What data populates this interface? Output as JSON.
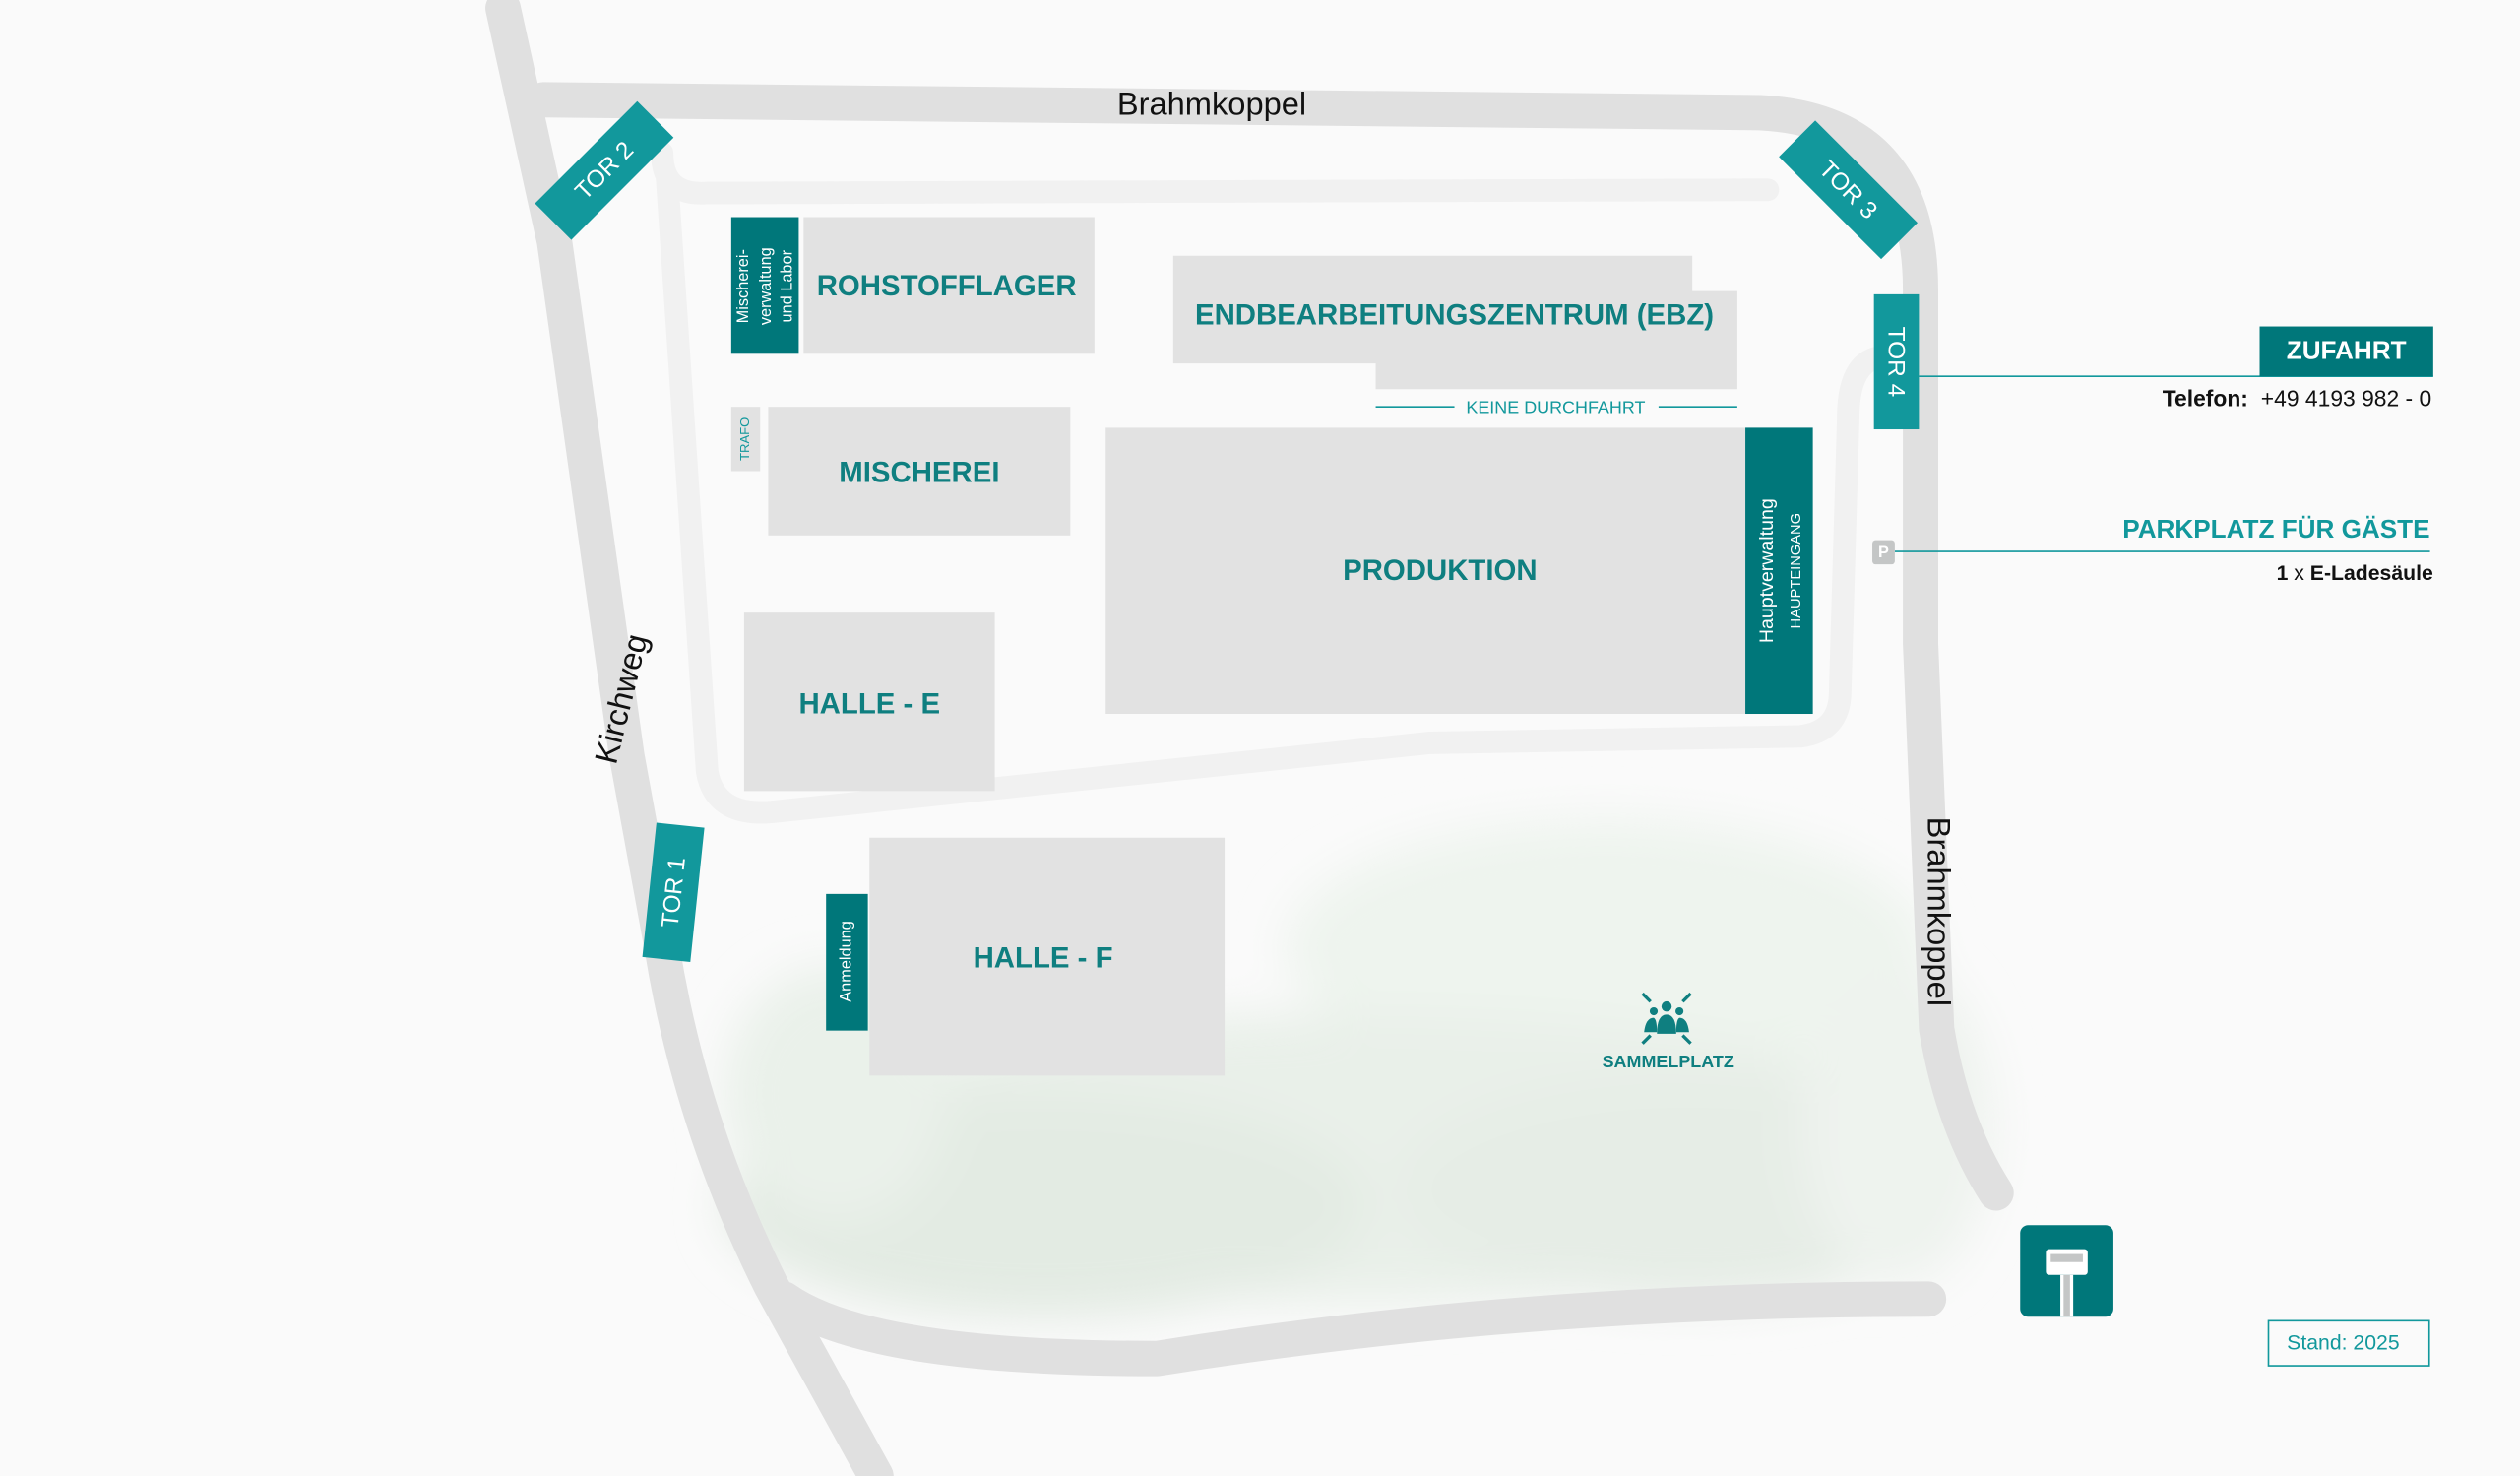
{
  "colors": {
    "teal_dark": "#00777a",
    "teal_gate": "#12989c",
    "teal_text": "#0f7f80",
    "building": "#e2e2e2",
    "road": "#e0e0e0"
  },
  "roads": {
    "top": "Brahmkoppel",
    "left": "Kirchweg",
    "right": "Brahmkoppel"
  },
  "gates": {
    "tor1": "TOR 1",
    "tor2": "TOR 2",
    "tor3": "TOR 3",
    "tor4": "TOR 4"
  },
  "buildings": {
    "mischerei_verwaltung": [
      "Mischerei-",
      "verwaltung",
      "und Labor"
    ],
    "rohstofflager": "ROHSTOFFLAGER",
    "ebz": "ENDBEARBEITUNGSZENTRUM (EBZ)",
    "keine_durchfahrt": "KEINE DURCHFAHRT",
    "trafo": "TRAFO",
    "mischerei": "MISCHEREI",
    "produktion": "PRODUKTION",
    "hauptverwaltung": "Hauptverwaltung",
    "haupteingang": "HAUPTEINGANG",
    "halle_e": "HALLE - E",
    "halle_f": "HALLE - F",
    "anmeldung": "Anmeldung"
  },
  "sammelplatz": {
    "label": "SAMMELPLATZ",
    "icon": "assembly-point-icon"
  },
  "zufahrt": {
    "label": "ZUFAHRT",
    "phone_label": "Telefon:",
    "phone": "+49 4193 982 - 0"
  },
  "parking": {
    "icon": "P",
    "label": "PARKPLATZ FÜR GÄSTE",
    "count": "1",
    "times": "x",
    "detail": "E-Ladesäule"
  },
  "bus_stop": {
    "icon": "bus-stop-icon"
  },
  "stand": "Stand: 2025"
}
